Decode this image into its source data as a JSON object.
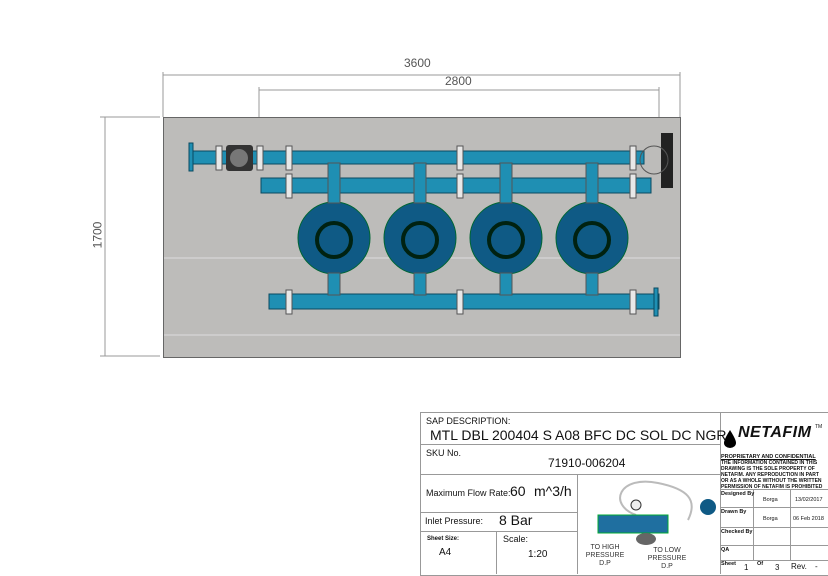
{
  "dimensions": {
    "overall_width": "3600",
    "inner_width": "2800",
    "height": "1700"
  },
  "drawing": {
    "filter_count": 4,
    "pipe_color": "#1f8fb3",
    "filter_color": "#0f5a85",
    "background_color": "#bdbcba"
  },
  "title_block": {
    "sap_label": "SAP DESCRIPTION:",
    "sap_value": "MTL DBL 200404 S A08 BFC DC SOL DC NGR",
    "sku_label": "SKU No.",
    "sku_value": "71910-006204",
    "flow_label": "Maximum Flow Rate:",
    "flow_value": "60",
    "flow_unit": "m^3/h",
    "inlet_label": "Inlet Pressure:",
    "inlet_value": "8 Bar",
    "sheet_size_label": "Sheet Size:",
    "sheet_size_value": "A4",
    "scale_label": "Scale:",
    "scale_value": "1:20",
    "high_pressure_label": "TO HIGH PRESSURE D.P",
    "low_pressure_label": "TO LOW PRESSURE D.P",
    "logo_text": "NETAFIM",
    "logo_tm": "TM",
    "proprietary_title": "PROPRIETARY AND CONFIDENTIAL",
    "proprietary_text": "THE INFORMATION CONTAINED IN THIS DRAWING IS THE SOLE PROPERTY OF NETAFIM. ANY REPRODUCTION IN PART OR AS A WHOLE WITHOUT THE WRITTEN PERMISSION OF NETAFIM IS PROHIBITED",
    "designed_by_label": "Designed By",
    "designed_by": "Borga",
    "designed_date": "13/02/2017",
    "drawn_by_label": "Drawn By",
    "drawn_by": "Borga",
    "drawn_date": "06 Feb 2018",
    "checked_by_label": "Checked By",
    "qa_label": "QA",
    "sheet_label": "Sheet",
    "sheet_value": "1",
    "of_label": "Of",
    "of_value": "3",
    "rev_label": "Rev.",
    "rev_value": "-"
  }
}
